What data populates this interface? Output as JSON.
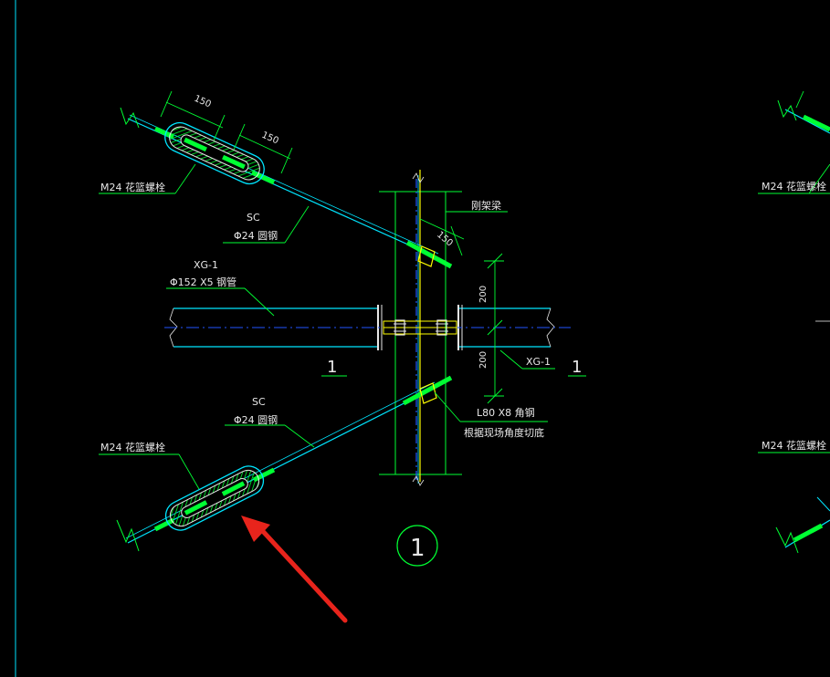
{
  "labels": {
    "turnbuckle_top": "M24 花篮螺栓",
    "turnbuckle_bottom": "M24 花篮螺栓",
    "turnbuckle_right_top": "M24 花篮螺栓",
    "turnbuckle_right_bottom": "M24 花篮螺栓",
    "sc_top": "SC",
    "rod_top": "Φ24 圆钢",
    "sc_bottom": "SC",
    "rod_bottom": "Φ24 圆钢",
    "xg_left": "XG-1",
    "pipe_left": "Φ152 X5 钢管",
    "xg_right": "XG-1",
    "frame_beam": "刚架梁",
    "angle_steel": "L80 X8 角钢",
    "angle_note": "根据现场角度切底",
    "section_left": "1",
    "section_right": "1",
    "detail_number": "1"
  },
  "dimensions": {
    "d150_a": "150",
    "d150_b": "150",
    "d150_c": "150",
    "d200_top": "200",
    "d200_bottom": "200"
  },
  "colors": {
    "background": "#000000",
    "cyan": "#00e5ff",
    "green": "#00ff33",
    "white": "#e8e8e8",
    "yellow": "#ffff00",
    "blue": "#2255ff",
    "red": "#e8241c"
  }
}
